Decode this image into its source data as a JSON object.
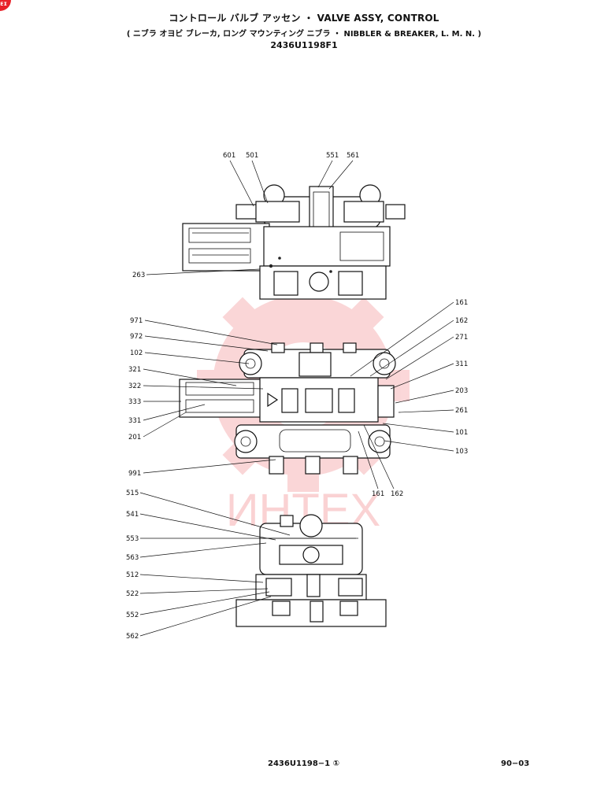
{
  "header": {
    "title_line1": "コントロール バルブ アッセン ・ VALVE ASSY, CONTROL",
    "title_line2": "( ニブラ オヨビ ブレーカ, ロング マウンティング ニブラ ・ NIBBLER & BREAKER, L. M. N. )",
    "part_number": "2436U1198F1"
  },
  "corner_mark": "ᴇɪ",
  "watermark": {
    "text": "ИНТЕХ",
    "color": "#e8222a"
  },
  "footer": {
    "drawing_code": "2436U1198−1 ①",
    "page_number": "90−03"
  },
  "callouts": {
    "top_view": [
      "601",
      "501",
      "551",
      "561",
      "263"
    ],
    "middle_left": [
      "971",
      "972",
      "102",
      "321",
      "322",
      "333",
      "331",
      "201",
      "991"
    ],
    "middle_right": [
      "161",
      "162",
      "271",
      "311",
      "203",
      "261",
      "101",
      "103"
    ],
    "middle_bottom": [
      "161",
      "162"
    ],
    "bottom_view": [
      "515",
      "541",
      "553",
      "563",
      "512",
      "522",
      "552",
      "562"
    ]
  },
  "colors": {
    "ink": "#111111",
    "watermark_red": "#e8222a"
  }
}
